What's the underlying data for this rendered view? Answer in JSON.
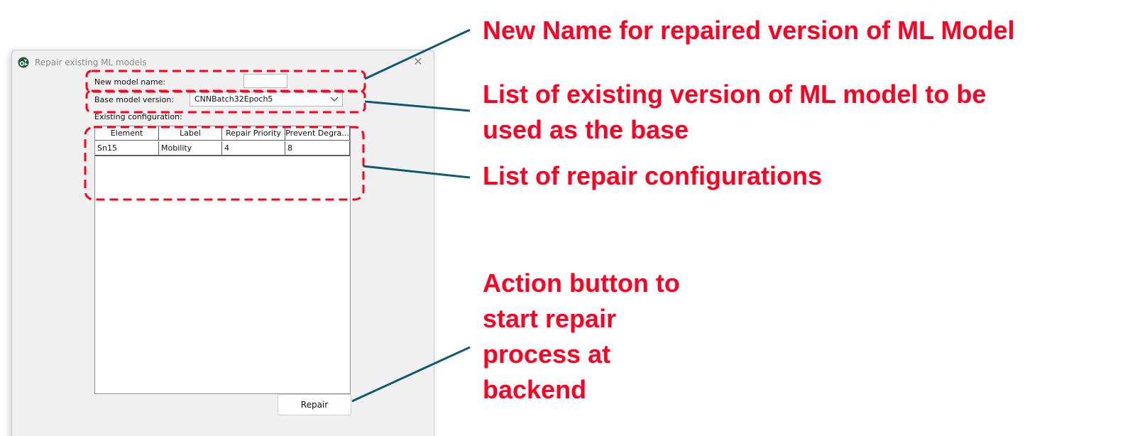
{
  "dialog": {
    "title": "Repair existing ML models",
    "close_glyph": "✕",
    "app_icon": "app-logo-icon",
    "new_model_name_label": "New model name:",
    "new_model_name_value": "",
    "base_model_label": "Base model version:",
    "base_model_value": "CNNBatch32Epoch5",
    "existing_config_label": "Existing configuration:",
    "table": {
      "columns": [
        "Element",
        "Label",
        "Repair Priority",
        "Prevent Degra..."
      ],
      "rows": [
        [
          "Sn15",
          "Mobility",
          "4",
          "8"
        ]
      ]
    },
    "repair_button": "Repair"
  },
  "annotations": {
    "new_name": "New Name for repaired version of ML Model",
    "base_list_line1": "List of existing version of ML model to be",
    "base_list_line2": "used as the base",
    "repair_configs": "List of repair configurations",
    "action_line1": "Action button to",
    "action_line2": "start repair",
    "action_line3": "process at",
    "action_line4": "backend"
  },
  "colors": {
    "annotation_red": "#ff0022",
    "callout_line": "#0e5a70"
  }
}
